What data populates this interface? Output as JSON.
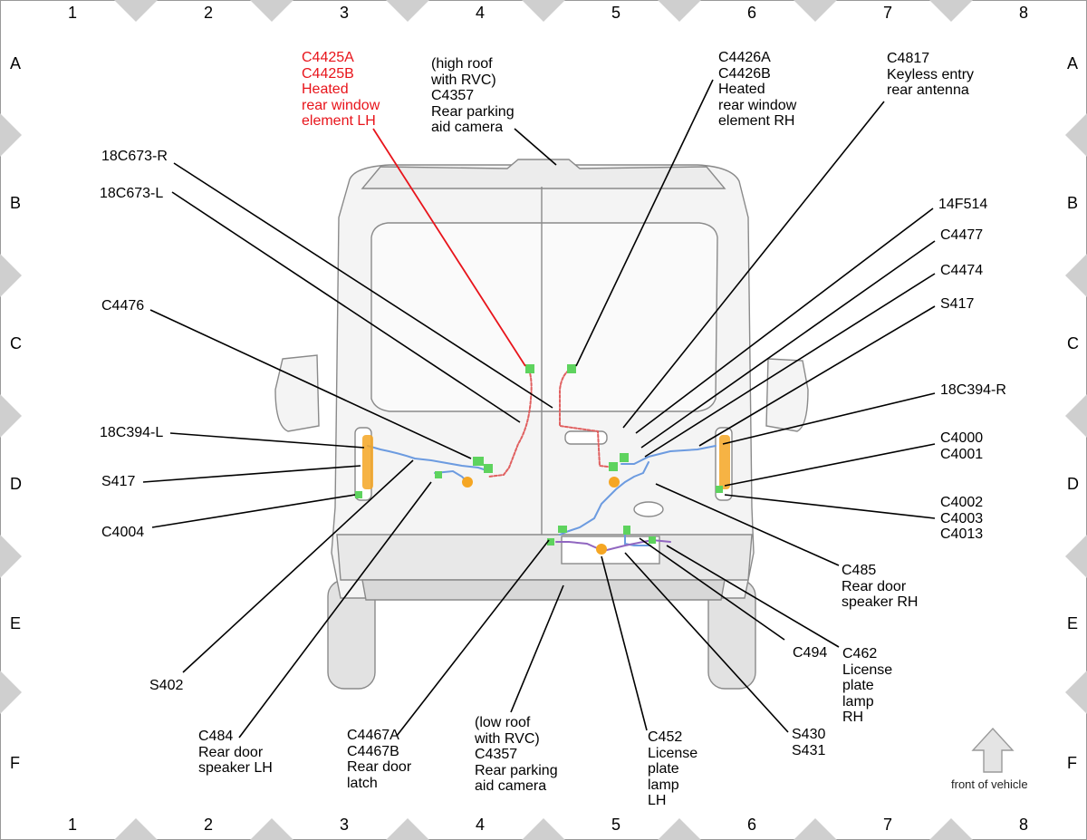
{
  "grid": {
    "columns": [
      "1",
      "2",
      "3",
      "4",
      "5",
      "6",
      "7",
      "8"
    ],
    "rows": [
      "A",
      "B",
      "C",
      "D",
      "E",
      "F"
    ]
  },
  "labels": {
    "c4425": "C4425A\nC4425B\nHeated\nrear window\nelement LH",
    "c4357_high": "(high roof\nwith RVC)\nC4357\nRear parking\naid camera",
    "c4426": "C4426A\nC4426B\nHeated\nrear window\nelement RH",
    "c4817": "C4817\nKeyless entry\nrear antenna",
    "c18c673r": "18C673-R",
    "c18c673l": "18C673-L",
    "c14f514": "14F514",
    "c4477": "C4477",
    "c4474": "C4474",
    "s417_r": "S417",
    "c4476": "C4476",
    "c18c394r": "18C394-R",
    "c18c394l": "18C394-L",
    "c4000": "C4000\nC4001",
    "s417_l": "S417",
    "c4004": "C4004",
    "c4002": "C4002\nC4003\nC4013",
    "c485": "C485\nRear door\nspeaker RH",
    "s402": "S402",
    "c494": "C494",
    "c462": "C462\nLicense\nplate\nlamp\nRH",
    "c484": "C484\nRear door\nspeaker LH",
    "c4467": "C4467A\nC4467B\nRear door\nlatch",
    "c4357_low": "(low roof\nwith RVC)\nC4357\nRear parking\naid camera",
    "c452": "C452\nLicense\nplate\nlamp\nLH",
    "s430": "S430\nS431"
  },
  "front_of_vehicle": "front of vehicle",
  "colors": {
    "callout": "#000000",
    "highlight_callout": "#e8141b",
    "wire_blue": "#6c9be0",
    "wire_red": "#e06060",
    "connector_green": "#5ed35e",
    "connector_orange": "#f5a623",
    "border_triangles": "#cfcfcf",
    "vehicle_outline": "#8a8a8a",
    "vehicle_fill": "#f4f4f4"
  }
}
